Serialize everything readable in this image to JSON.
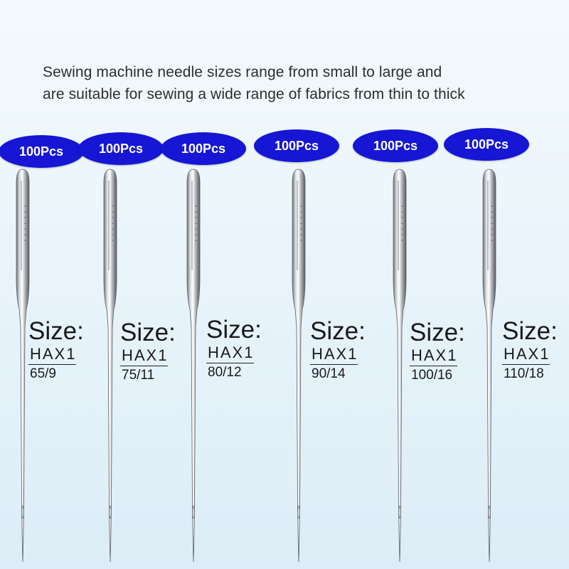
{
  "headline": {
    "line1": "Sewing machine needle sizes range from small to large and",
    "line2": "are suitable for sewing a wide range of fabrics from thin to thick"
  },
  "needles": [
    {
      "badge": "100Pcs",
      "size_label": "Size:",
      "model": "HAX1",
      "size": "65/9"
    },
    {
      "badge": "100Pcs",
      "size_label": "Size:",
      "model": "HAX1",
      "size": "75/11"
    },
    {
      "badge": "100Pcs",
      "size_label": "Size:",
      "model": "HAX1",
      "size": "80/12"
    },
    {
      "badge": "100Pcs",
      "size_label": "Size:",
      "model": "HAX1",
      "size": "90/14"
    },
    {
      "badge": "100Pcs",
      "size_label": "Size:",
      "model": "HAX1",
      "size": "100/16"
    },
    {
      "badge": "100Pcs",
      "size_label": "Size:",
      "model": "HAX1",
      "size": "110/18"
    }
  ],
  "colors": {
    "badge": "#1616d4",
    "background": "#e7f3fa",
    "text": "#1a1a1a"
  }
}
